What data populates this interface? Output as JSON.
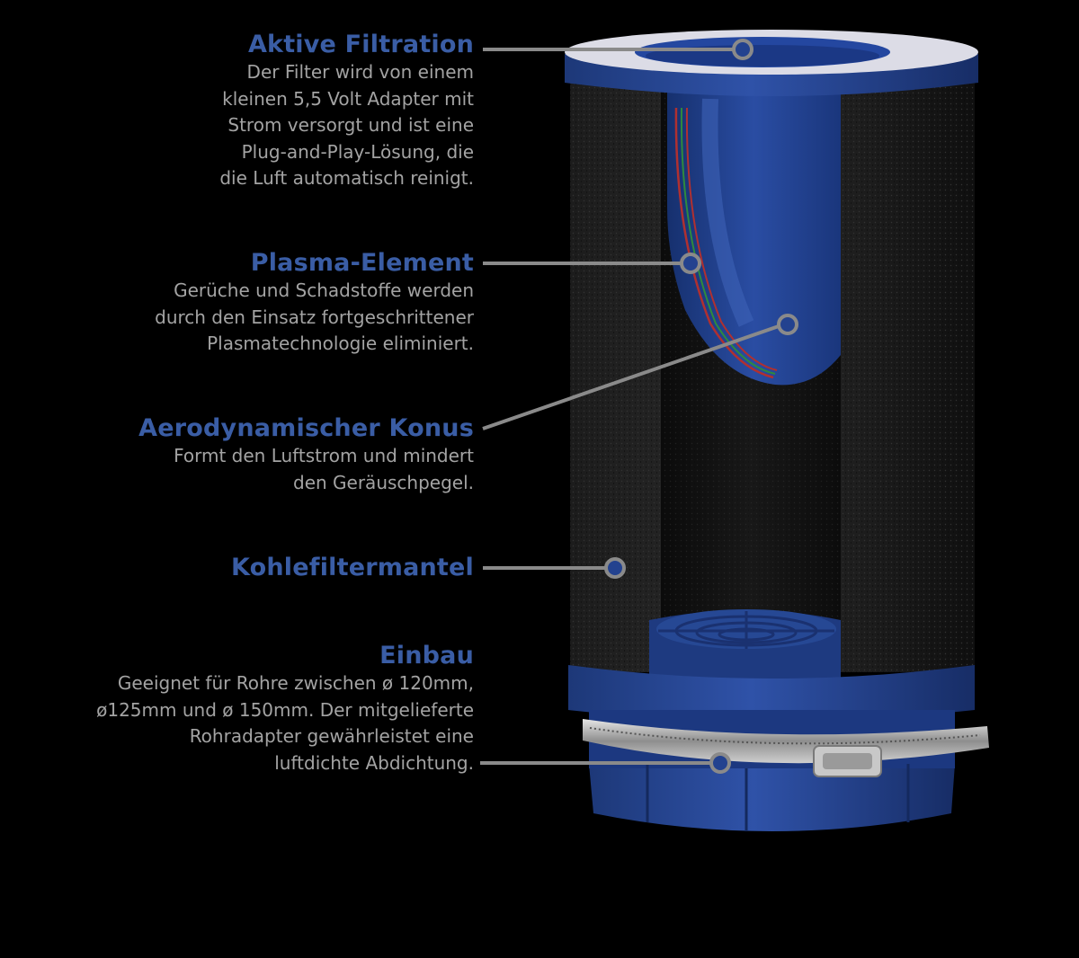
{
  "colors": {
    "background": "#000000",
    "title": "#3a5da5",
    "description": "#a3a3a3",
    "leader_line": "#8a8a8a",
    "accent_blue": "#23428f"
  },
  "features": [
    {
      "title": "Aktive Filtration",
      "lines": [
        "Der Filter wird von einem",
        "kleinen 5,5 Volt Adapter mit",
        "Strom versorgt und ist eine",
        "Plug-and-Play-Lösung, die",
        "die Luft automatisch reinigt."
      ]
    },
    {
      "title": "Plasma-Element",
      "lines": [
        "Gerüche und Schadstoffe werden",
        "durch den Einsatz fortgeschrittener",
        "Plasmatechnologie eliminiert."
      ]
    },
    {
      "title": "Aerodynamischer Konus",
      "lines": [
        "Formt den Luftstrom und mindert",
        "den Geräuschpegel."
      ]
    },
    {
      "title": "Kohlefiltermantel",
      "lines": []
    },
    {
      "title": "Einbau",
      "lines": [
        "Geeignet für Rohre zwischen ø 120mm,",
        "ø125mm und ø 150mm. Der mitgelieferte",
        "Rohradapter gewährleistet eine",
        "luftdichte Abdichtung."
      ]
    }
  ]
}
